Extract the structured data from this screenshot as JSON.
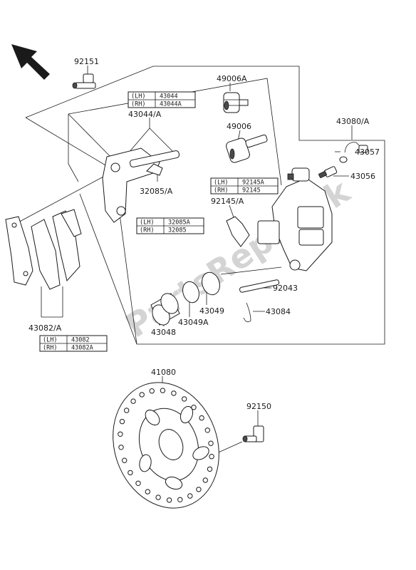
{
  "parts": {
    "p92151": "92151",
    "p49006A": "49006A",
    "p43044A": "43044/A",
    "p49006": "49006",
    "p43080A": "43080/A",
    "p43057": "43057",
    "p43056": "43056",
    "p32085A": "32085/A",
    "p92145A": "92145/A",
    "p92043": "92043",
    "p43049": "43049",
    "p43084": "43084",
    "p43082A": "43082/A",
    "p43049A": "43049A",
    "p43048": "43048",
    "p41080": "41080",
    "p92150": "92150"
  },
  "tables": {
    "t43044": {
      "lh_label": "(LH)",
      "lh_value": "43044",
      "rh_label": "(RH)",
      "rh_value": "43044A"
    },
    "t92145": {
      "lh_label": "(LH)",
      "lh_value": "92145A",
      "rh_label": "(RH)",
      "rh_value": "92145"
    },
    "t32085": {
      "lh_label": "(LH)",
      "lh_value": "32085A",
      "rh_label": "(RH)",
      "rh_value": "32085"
    },
    "t43082": {
      "lh_label": "(LH)",
      "lh_value": "43082",
      "rh_label": "(RH)",
      "rh_value": "43082A"
    }
  },
  "watermark": "PartsRepublik",
  "icons": {
    "front_arrow": "front-direction-arrow-icon"
  }
}
